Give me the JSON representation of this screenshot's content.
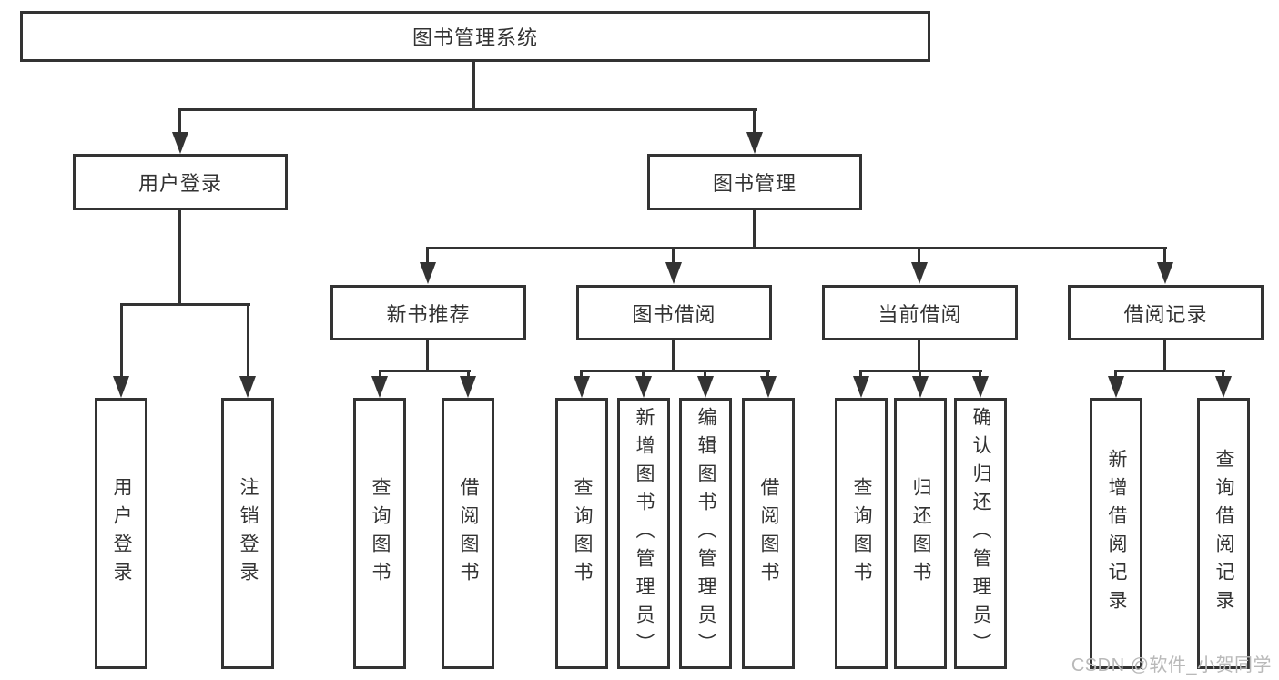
{
  "tree": {
    "root": "图书管理系统",
    "level2": [
      "用户登录",
      "图书管理"
    ],
    "level3": [
      "新书推荐",
      "图书借阅",
      "当前借阅",
      "借阅记录"
    ],
    "leaves": {
      "user_login": [
        "用户登录",
        "注销登录"
      ],
      "new_book_recommendation": [
        "查询图书",
        "借阅图书"
      ],
      "book_borrowing": [
        "查询图书",
        "新增图书（管理员）",
        "编辑图书（管理员）",
        "借阅图书"
      ],
      "current_borrowing": [
        "查询图书",
        "归还图书",
        "确认归还（管理员）"
      ],
      "borrowing_records": [
        "新增借阅记录",
        "查询借阅记录"
      ]
    }
  },
  "watermark": {
    "text": "CSDN @软件_小贺同学"
  },
  "colors": {
    "line": "#333333",
    "border": "#333333",
    "text": "#333333",
    "watermark": "#b9b9b9",
    "background": "#ffffff"
  }
}
